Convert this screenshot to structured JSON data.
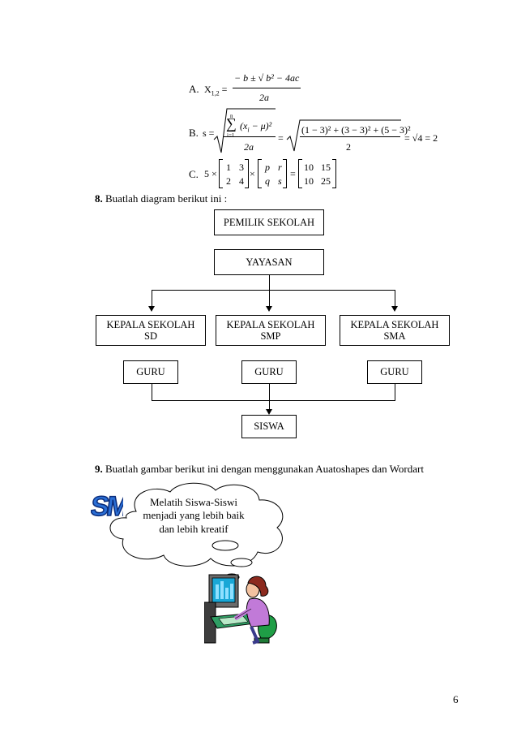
{
  "formula_a": {
    "label": "A.",
    "lhs": "X",
    "lhs_sub": "1,2",
    "eq": "=",
    "numerator": "− b ± √ b² − 4ac",
    "denominator": "2a"
  },
  "formula_b": {
    "label": "B.",
    "lhs": "s =",
    "sum_top": "n",
    "sum_bottom": "i=1",
    "sum_symbol": "∑",
    "sum_term": "(x",
    "sum_term_sub": "i",
    "sum_term_rest": "− μ)²",
    "left_den": "2a",
    "eq1": "=",
    "right_num": "(1 − 3)² + (3 − 3)² + (5 − 3)²",
    "right_den": "2",
    "tail": "= √4 = 2"
  },
  "formula_c": {
    "label": "C.",
    "scalar": "5 ×",
    "m1": [
      "1",
      "3",
      "2",
      "4"
    ],
    "times": "×",
    "m2": [
      "p",
      "r",
      "q",
      "s"
    ],
    "eq": "=",
    "m3": [
      "10",
      "15",
      "10",
      "25"
    ]
  },
  "q8": {
    "number": "8.",
    "text": " Buatlah diagram berikut ini :"
  },
  "diagram": {
    "pemilik": "PEMILIK SEKOLAH",
    "yayasan": "YAYASAN",
    "kepala_sd_1": "KEPALA SEKOLAH",
    "kepala_sd_2": "SD",
    "kepala_smp_1": "KEPALA SEKOLAH",
    "kepala_smp_2": "SMP",
    "kepala_sma_1": "KEPALA SEKOLAH",
    "kepala_sma_2": "SMA",
    "guru_1": "GURU",
    "guru_2": "GURU",
    "guru_3": "GURU",
    "siswa": "SISWA"
  },
  "q9": {
    "number": "9.",
    "text": "  Buatlah gambar berikut ini dengan menggunakan Auatoshapes dan Wordart"
  },
  "cloud": {
    "line1": "Melatih Siswa-Siswi",
    "line2": "menjadi yang lebih baik",
    "line3": "dan lebih kreatif"
  },
  "wordart_text": "SM",
  "page_number": "6"
}
